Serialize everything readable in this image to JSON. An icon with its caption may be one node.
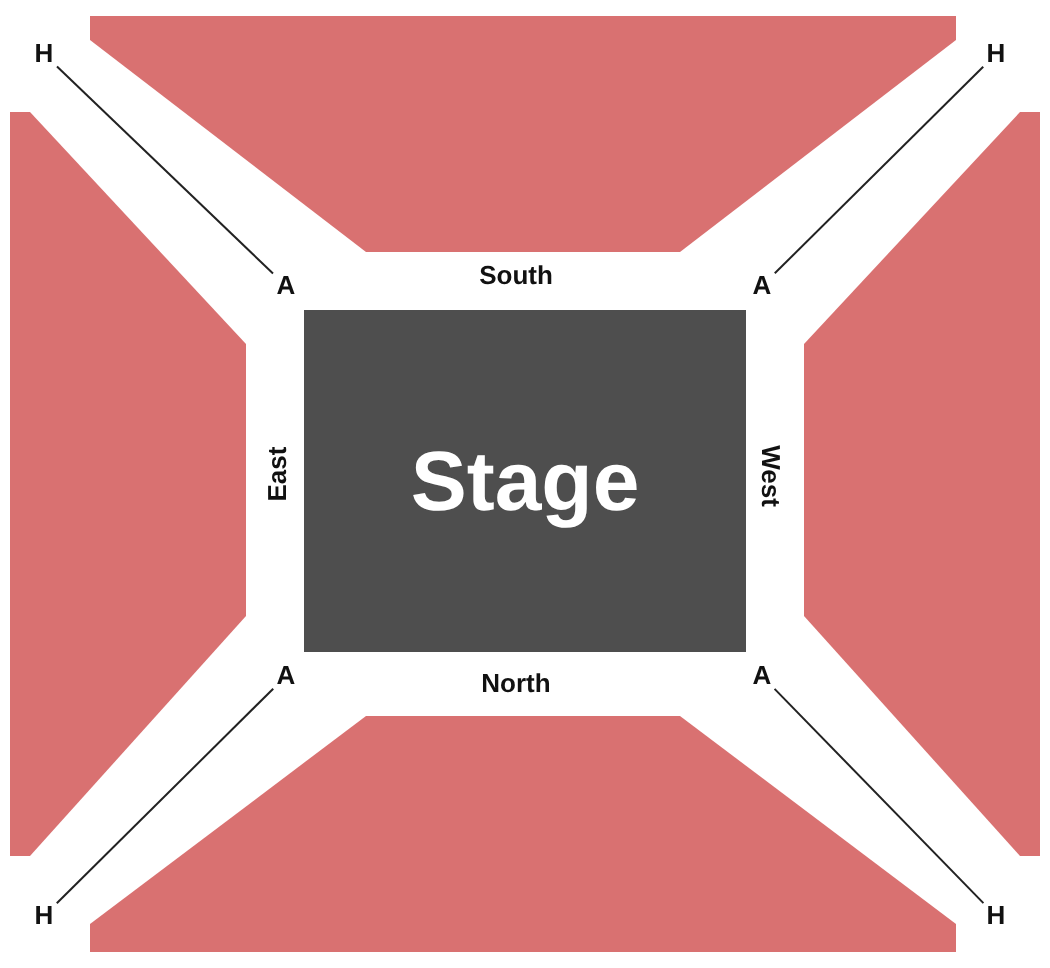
{
  "diagram": {
    "nodes": [
      {
        "text": [
          "H"
        ]
      },
      {
        "text": [
          "H"
        ]
      },
      {
        "text": [],
        "shape": "box"
      },
      {
        "text": [],
        "shape": "box"
      },
      {
        "text": [],
        "shape": "box"
      },
      {
        "text": [
          "A"
        ]
      },
      {
        "text": [
          "A"
        ]
      },
      {
        "text": [
          "Stage"
        ]
      },
      {
        "text": [
          "A"
        ]
      },
      {
        "text": [
          "A"
        ]
      },
      {
        "text": [],
        "shape": "box"
      },
      {
        "text": [
          "H"
        ]
      },
      {
        "text": [
          "H"
        ]
      }
    ],
    "edges": [
      {
        "from": 5,
        "to": 0,
        "arrow": "none"
      },
      {
        "from": 6,
        "to": 1,
        "arrow": "none"
      },
      {
        "from": 8,
        "to": 11,
        "arrow": "none"
      },
      {
        "from": 9,
        "to": 12,
        "arrow": "none"
      }
    ],
    "labels": [
      "South",
      "East",
      "West",
      "North"
    ]
  }
}
